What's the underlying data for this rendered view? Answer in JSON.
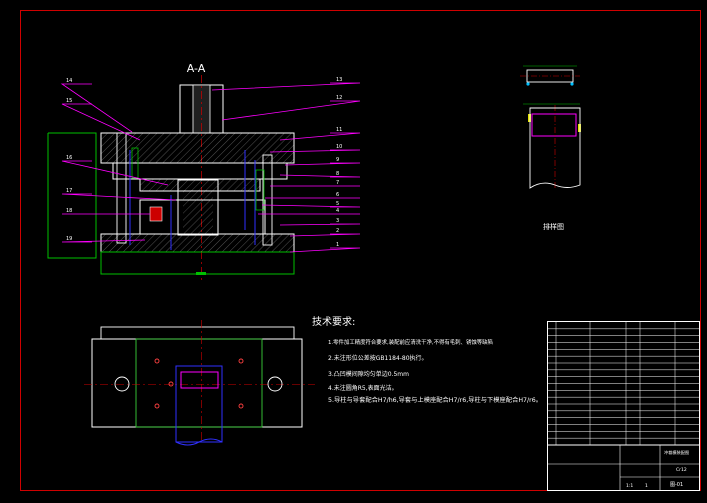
{
  "colors": {
    "background": "#000000",
    "frame": "#d00000",
    "outline": "#ffffff",
    "green": "#00c000",
    "blue": "#3030ff",
    "magenta": "#ff00ff",
    "yellow": "#e0e000",
    "red": "#ff2020"
  },
  "section": {
    "title": "A-A",
    "left_labels": [
      "14",
      "15",
      "16",
      "17",
      "18",
      "19"
    ],
    "right_labels": [
      "13",
      "12",
      "11",
      "10",
      "9",
      "8",
      "7",
      "6",
      "5",
      "4",
      "3",
      "2",
      "1"
    ]
  },
  "strip": {
    "caption": "排样图"
  },
  "tech": {
    "title": "技术要求:",
    "items": [
      "1.零件加工精度符合要求,装配前应清洗干净,不得有毛刺、锈蚀等缺陷",
      "2.未注形位公差按GB1184-80执行。",
      "3.凸凹模间隙均匀单边0.5mm",
      "4.未注圆角R5,表面光洁。",
      "5.导柱与导套配合H7/h6,导套与上模座配合H7/r6,导柱与下模座配合H7/r6。"
    ]
  },
  "titleblock": {
    "title": "冲裁模装配图",
    "drawing_no": "图-01",
    "scale": "1:1",
    "sheet": "1",
    "material": "Cr12"
  }
}
